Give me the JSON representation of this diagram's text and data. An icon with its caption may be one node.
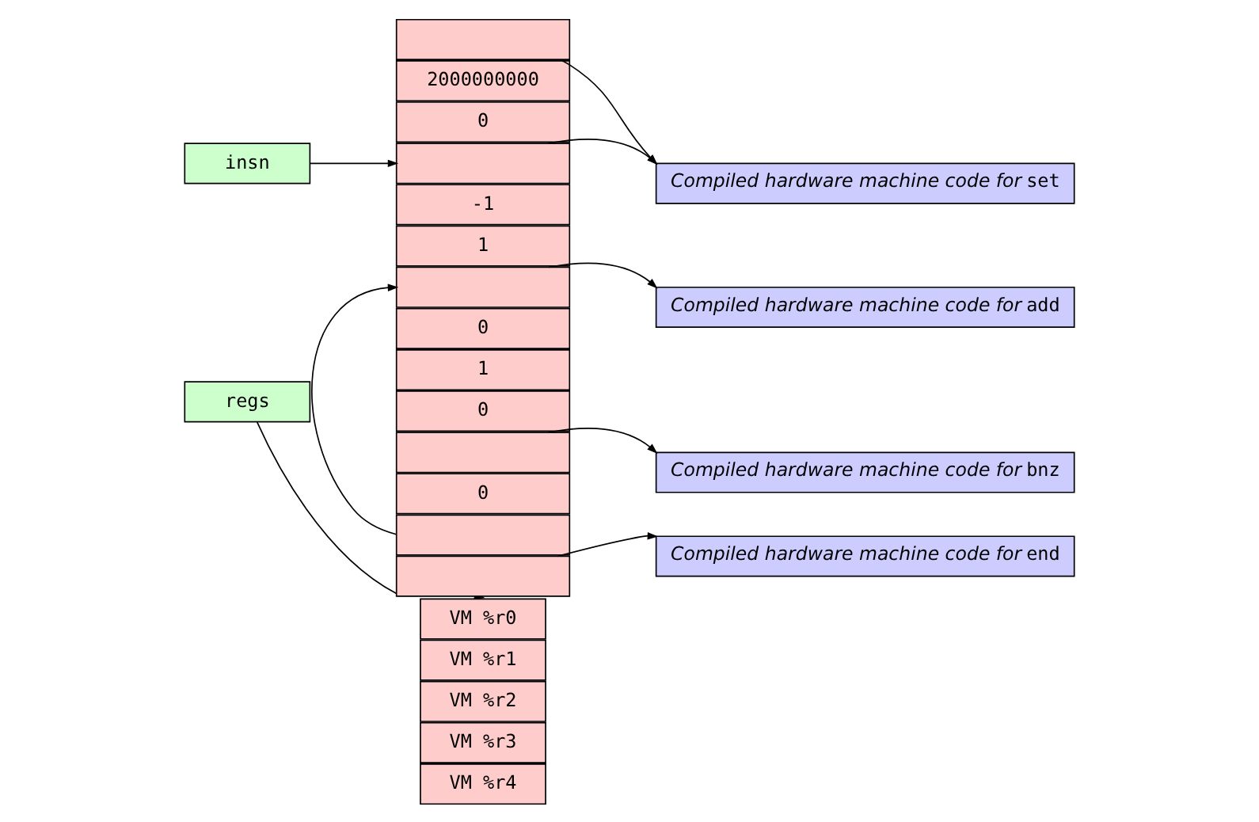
{
  "diagram": {
    "nodes": [
      {
        "text": [
          "insn"
        ]
      },
      {
        "text": [
          "regs"
        ]
      },
      {
        "text": [
          "VM %r0"
        ]
      },
      {
        "text": [
          "VM %r1"
        ]
      },
      {
        "text": [
          "VM %r2"
        ]
      },
      {
        "text": [
          "VM %r3"
        ]
      },
      {
        "text": [
          "VM %r4"
        ]
      },
      {
        "text": [],
        "shape": "box"
      },
      {
        "text": [
          "2000000000"
        ]
      },
      {
        "text": [
          "0"
        ]
      },
      {
        "text": [],
        "shape": "box"
      },
      {
        "text": [
          "-1"
        ]
      },
      {
        "text": [
          "1"
        ]
      },
      {
        "text": [],
        "shape": "box"
      },
      {
        "text": [
          "0"
        ]
      },
      {
        "text": [
          "1"
        ]
      },
      {
        "text": [
          "0"
        ]
      },
      {
        "text": [],
        "shape": "box"
      },
      {
        "text": [
          "0"
        ]
      },
      {
        "text": [],
        "shape": "box"
      },
      {
        "text": [],
        "shape": "box"
      },
      {
        "text": [
          "Compiled hardware machine code for set"
        ]
      },
      {
        "text": [
          "Compiled hardware machine code for add"
        ]
      },
      {
        "text": [
          "Compiled hardware machine code for bnz"
        ]
      },
      {
        "text": [
          "Compiled hardware machine code for end"
        ]
      }
    ],
    "edges": [
      {
        "from": 0,
        "to": 10,
        "arrow": "to"
      },
      {
        "from": 1,
        "to": 2,
        "arrow": "to"
      },
      {
        "from": 7,
        "to": 21,
        "arrow": "to"
      },
      {
        "from": 10,
        "to": 21,
        "arrow": "to"
      },
      {
        "from": 13,
        "to": 22,
        "arrow": "to"
      },
      {
        "from": 17,
        "to": 23,
        "arrow": "to"
      },
      {
        "from": 19,
        "to": 13,
        "arrow": "to"
      },
      {
        "from": 20,
        "to": 24,
        "arrow": "to"
      }
    ]
  }
}
